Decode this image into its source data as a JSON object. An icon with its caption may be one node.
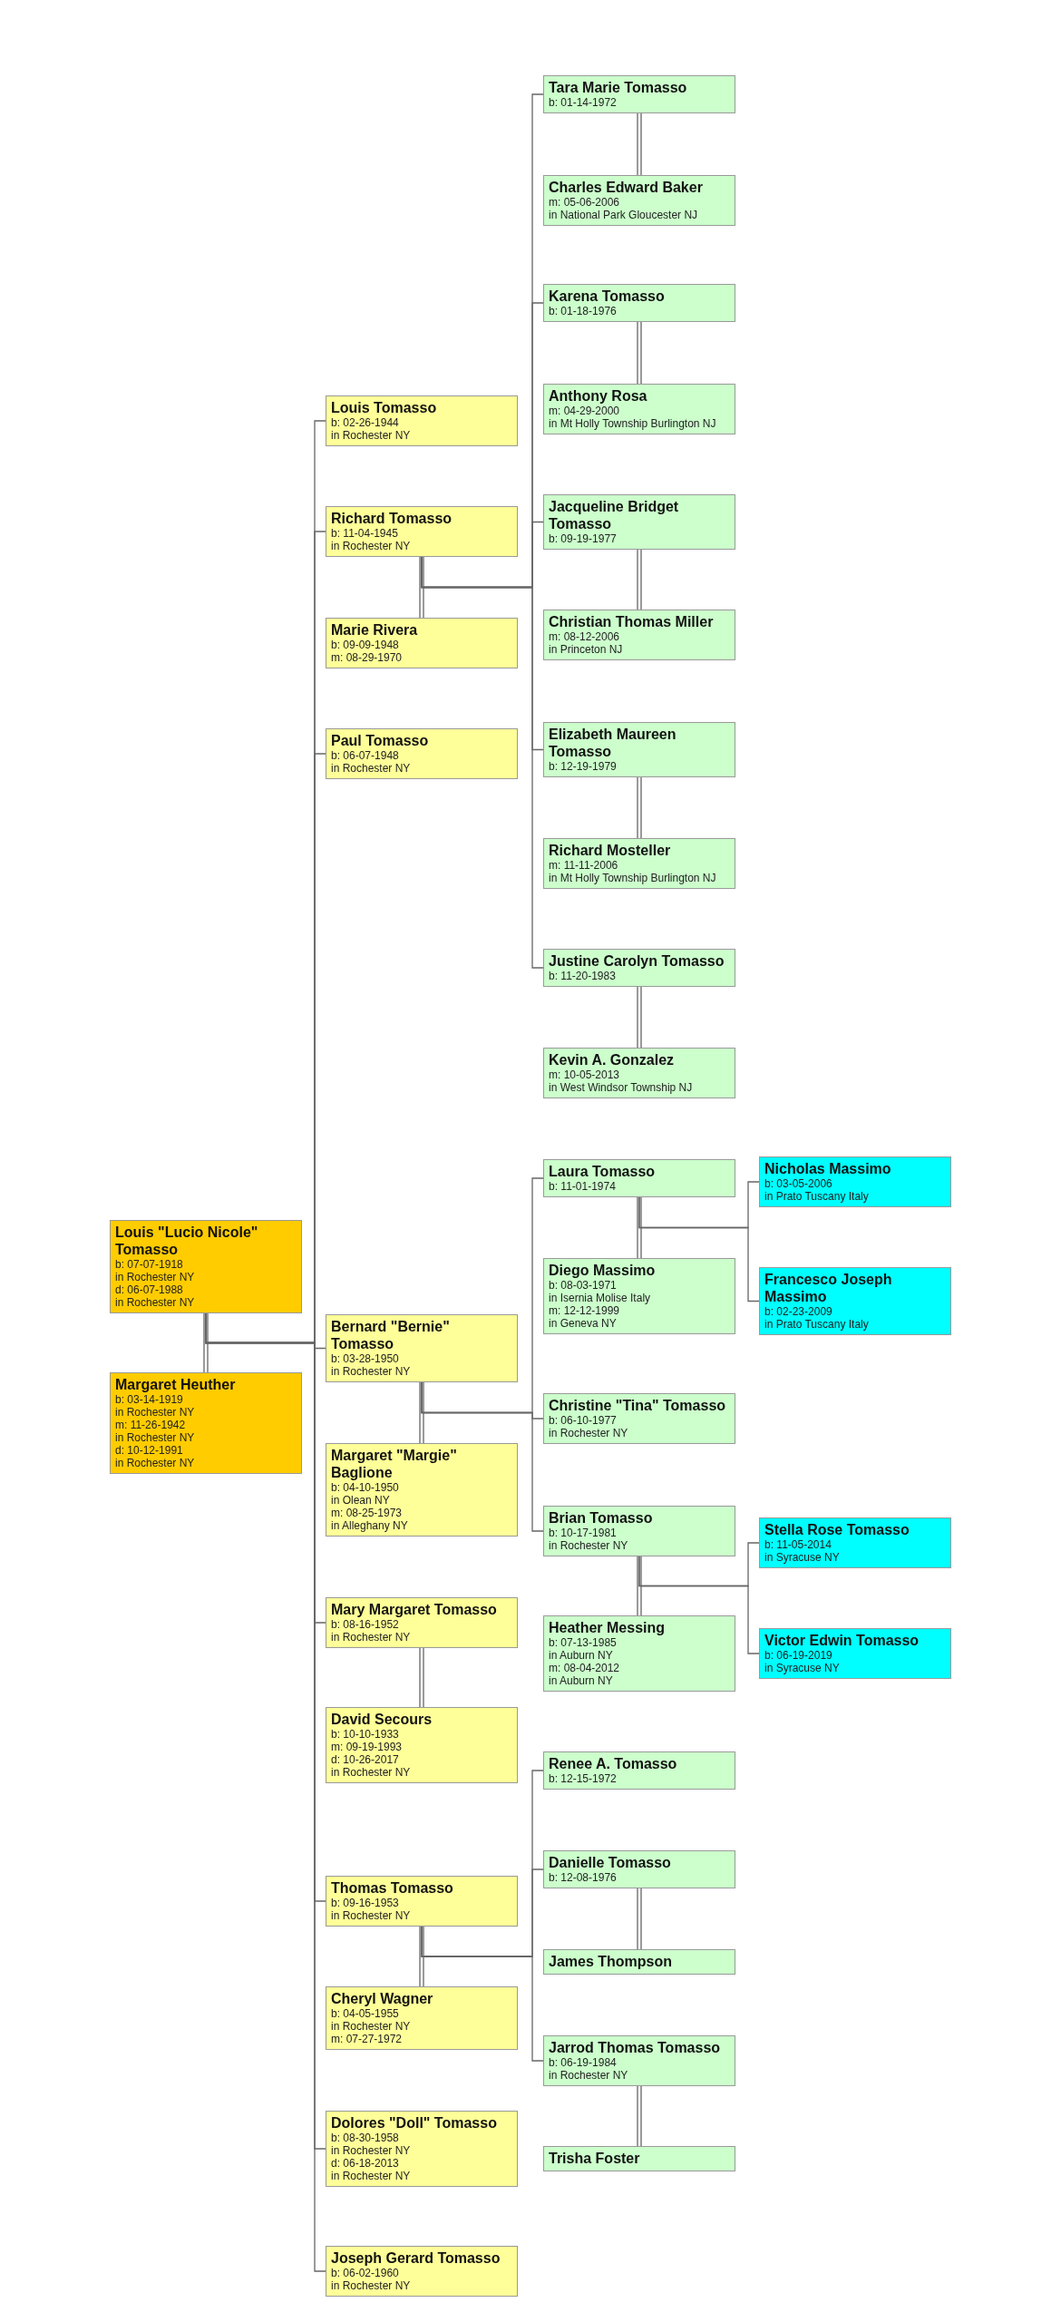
{
  "diagram": {
    "nodes": [
      {
        "text": [
          "Louis \"Lucio Nicole\" Tomasso",
          "b: 07-07-1918",
          "in Rochester NY",
          "d: 06-07-1988",
          "in Rochester NY"
        ]
      },
      {
        "text": [
          "Margaret Heuther",
          "b: 03-14-1919",
          "in Rochester NY",
          "m: 11-26-1942",
          "in Rochester NY",
          "d: 10-12-1991",
          "in Rochester NY"
        ]
      },
      {
        "text": [
          "Louis Tomasso",
          "b: 02-26-1944",
          "in Rochester NY"
        ]
      },
      {
        "text": [
          "Richard Tomasso",
          "b: 11-04-1945",
          "in Rochester NY"
        ]
      },
      {
        "text": [
          "Marie Rivera",
          "b: 09-09-1948",
          "m: 08-29-1970"
        ]
      },
      {
        "text": [
          "Paul Tomasso",
          "b: 06-07-1948",
          "in Rochester NY"
        ]
      },
      {
        "text": [
          "Bernard \"Bernie\" Tomasso",
          "b: 03-28-1950",
          "in Rochester NY"
        ]
      },
      {
        "text": [
          "Margaret \"Margie\" Baglione",
          "b: 04-10-1950",
          "in Olean NY",
          "m: 08-25-1973",
          "in Alleghany NY"
        ]
      },
      {
        "text": [
          "Mary Margaret Tomasso",
          "b: 08-16-1952",
          "in Rochester NY"
        ]
      },
      {
        "text": [
          "David Secours",
          "b: 10-10-1933",
          "m: 09-19-1993",
          "d: 10-26-2017",
          "in Rochester NY"
        ]
      },
      {
        "text": [
          "Thomas Tomasso",
          "b: 09-16-1953",
          "in Rochester NY"
        ]
      },
      {
        "text": [
          "Cheryl Wagner",
          "b: 04-05-1955",
          "in Rochester NY",
          "m: 07-27-1972"
        ]
      },
      {
        "text": [
          "Dolores \"Doll\" Tomasso",
          "b: 08-30-1958",
          "in Rochester NY",
          "d: 06-18-2013",
          "in Rochester NY"
        ]
      },
      {
        "text": [
          "Joseph Gerard Tomasso",
          "b: 06-02-1960",
          "in Rochester NY"
        ]
      },
      {
        "text": [
          "Tara Marie Tomasso",
          "b: 01-14-1972"
        ]
      },
      {
        "text": [
          "Charles Edward Baker",
          "m: 05-06-2006",
          "in National Park Gloucester NJ"
        ]
      },
      {
        "text": [
          "Karena Tomasso",
          "b: 01-18-1976"
        ]
      },
      {
        "text": [
          "Anthony Rosa",
          "m: 04-29-2000",
          "in Mt Holly Township Burlington NJ"
        ]
      },
      {
        "text": [
          "Jacqueline Bridget Tomasso",
          "b: 09-19-1977"
        ]
      },
      {
        "text": [
          "Christian Thomas Miller",
          "m: 08-12-2006",
          "in Princeton NJ"
        ]
      },
      {
        "text": [
          "Elizabeth Maureen Tomasso",
          "b: 12-19-1979"
        ]
      },
      {
        "text": [
          "Richard Mosteller",
          "m: 11-11-2006",
          "in Mt Holly Township Burlington NJ"
        ]
      },
      {
        "text": [
          "Justine Carolyn Tomasso",
          "b: 11-20-1983"
        ]
      },
      {
        "text": [
          "Kevin A. Gonzalez",
          "m: 10-05-2013",
          "in West Windsor Township NJ"
        ]
      },
      {
        "text": [
          "Laura Tomasso",
          "b: 11-01-1974"
        ]
      },
      {
        "text": [
          "Diego Massimo",
          "b: 08-03-1971",
          "in Isernia Molise Italy",
          "m: 12-12-1999",
          "in Geneva NY"
        ]
      },
      {
        "text": [
          "Christine \"Tina\" Tomasso",
          "b: 06-10-1977",
          "in Rochester NY"
        ]
      },
      {
        "text": [
          "Brian Tomasso",
          "b: 10-17-1981",
          "in Rochester NY"
        ]
      },
      {
        "text": [
          "Heather Messing",
          "b: 07-13-1985",
          "in Auburn NY",
          "m: 08-04-2012",
          "in Auburn NY"
        ]
      },
      {
        "text": [
          "Renee A. Tomasso",
          "b: 12-15-1972"
        ]
      },
      {
        "text": [
          "Danielle Tomasso",
          "b: 12-08-1976"
        ]
      },
      {
        "text": [
          "James Thompson"
        ]
      },
      {
        "text": [
          "Jarrod Thomas Tomasso",
          "b: 06-19-1984",
          "in Rochester NY"
        ]
      },
      {
        "text": [
          "Trisha Foster"
        ]
      },
      {
        "text": [
          "Nicholas Massimo",
          "b: 03-05-2006",
          "in Prato Tuscany Italy"
        ]
      },
      {
        "text": [
          "Francesco Joseph Massimo",
          "b: 02-23-2009",
          "in Prato Tuscany Italy"
        ]
      },
      {
        "text": [
          "Stella Rose Tomasso",
          "b: 11-05-2014",
          "in Syracuse NY"
        ]
      },
      {
        "text": [
          "Victor Edwin Tomasso",
          "b: 06-19-2019",
          "in Syracuse NY"
        ]
      }
    ],
    "edges": [
      {
        "from": 0,
        "to": 1,
        "arrow": "none"
      },
      {
        "from": 0,
        "to": 2,
        "arrow": "none"
      },
      {
        "from": 0,
        "to": 3,
        "arrow": "none"
      },
      {
        "from": 0,
        "to": 5,
        "arrow": "none"
      },
      {
        "from": 0,
        "to": 6,
        "arrow": "none"
      },
      {
        "from": 0,
        "to": 8,
        "arrow": "none"
      },
      {
        "from": 0,
        "to": 10,
        "arrow": "none"
      },
      {
        "from": 0,
        "to": 12,
        "arrow": "none"
      },
      {
        "from": 0,
        "to": 13,
        "arrow": "none"
      },
      {
        "from": 3,
        "to": 4,
        "arrow": "none"
      },
      {
        "from": 3,
        "to": 14,
        "arrow": "none"
      },
      {
        "from": 3,
        "to": 16,
        "arrow": "none"
      },
      {
        "from": 3,
        "to": 18,
        "arrow": "none"
      },
      {
        "from": 3,
        "to": 20,
        "arrow": "none"
      },
      {
        "from": 3,
        "to": 22,
        "arrow": "none"
      },
      {
        "from": 6,
        "to": 7,
        "arrow": "none"
      },
      {
        "from": 6,
        "to": 24,
        "arrow": "none"
      },
      {
        "from": 6,
        "to": 26,
        "arrow": "none"
      },
      {
        "from": 6,
        "to": 27,
        "arrow": "none"
      },
      {
        "from": 8,
        "to": 9,
        "arrow": "none"
      },
      {
        "from": 10,
        "to": 11,
        "arrow": "none"
      },
      {
        "from": 10,
        "to": 29,
        "arrow": "none"
      },
      {
        "from": 10,
        "to": 30,
        "arrow": "none"
      },
      {
        "from": 10,
        "to": 32,
        "arrow": "none"
      },
      {
        "from": 14,
        "to": 15,
        "arrow": "none"
      },
      {
        "from": 16,
        "to": 17,
        "arrow": "none"
      },
      {
        "from": 18,
        "to": 19,
        "arrow": "none"
      },
      {
        "from": 20,
        "to": 21,
        "arrow": "none"
      },
      {
        "from": 22,
        "to": 23,
        "arrow": "none"
      },
      {
        "from": 24,
        "to": 25,
        "arrow": "none"
      },
      {
        "from": 24,
        "to": 34,
        "arrow": "none"
      },
      {
        "from": 24,
        "to": 35,
        "arrow": "none"
      },
      {
        "from": 27,
        "to": 28,
        "arrow": "none"
      },
      {
        "from": 27,
        "to": 36,
        "arrow": "none"
      },
      {
        "from": 27,
        "to": 37,
        "arrow": "none"
      },
      {
        "from": 30,
        "to": 31,
        "arrow": "none"
      },
      {
        "from": 32,
        "to": 33,
        "arrow": "none"
      }
    ]
  }
}
